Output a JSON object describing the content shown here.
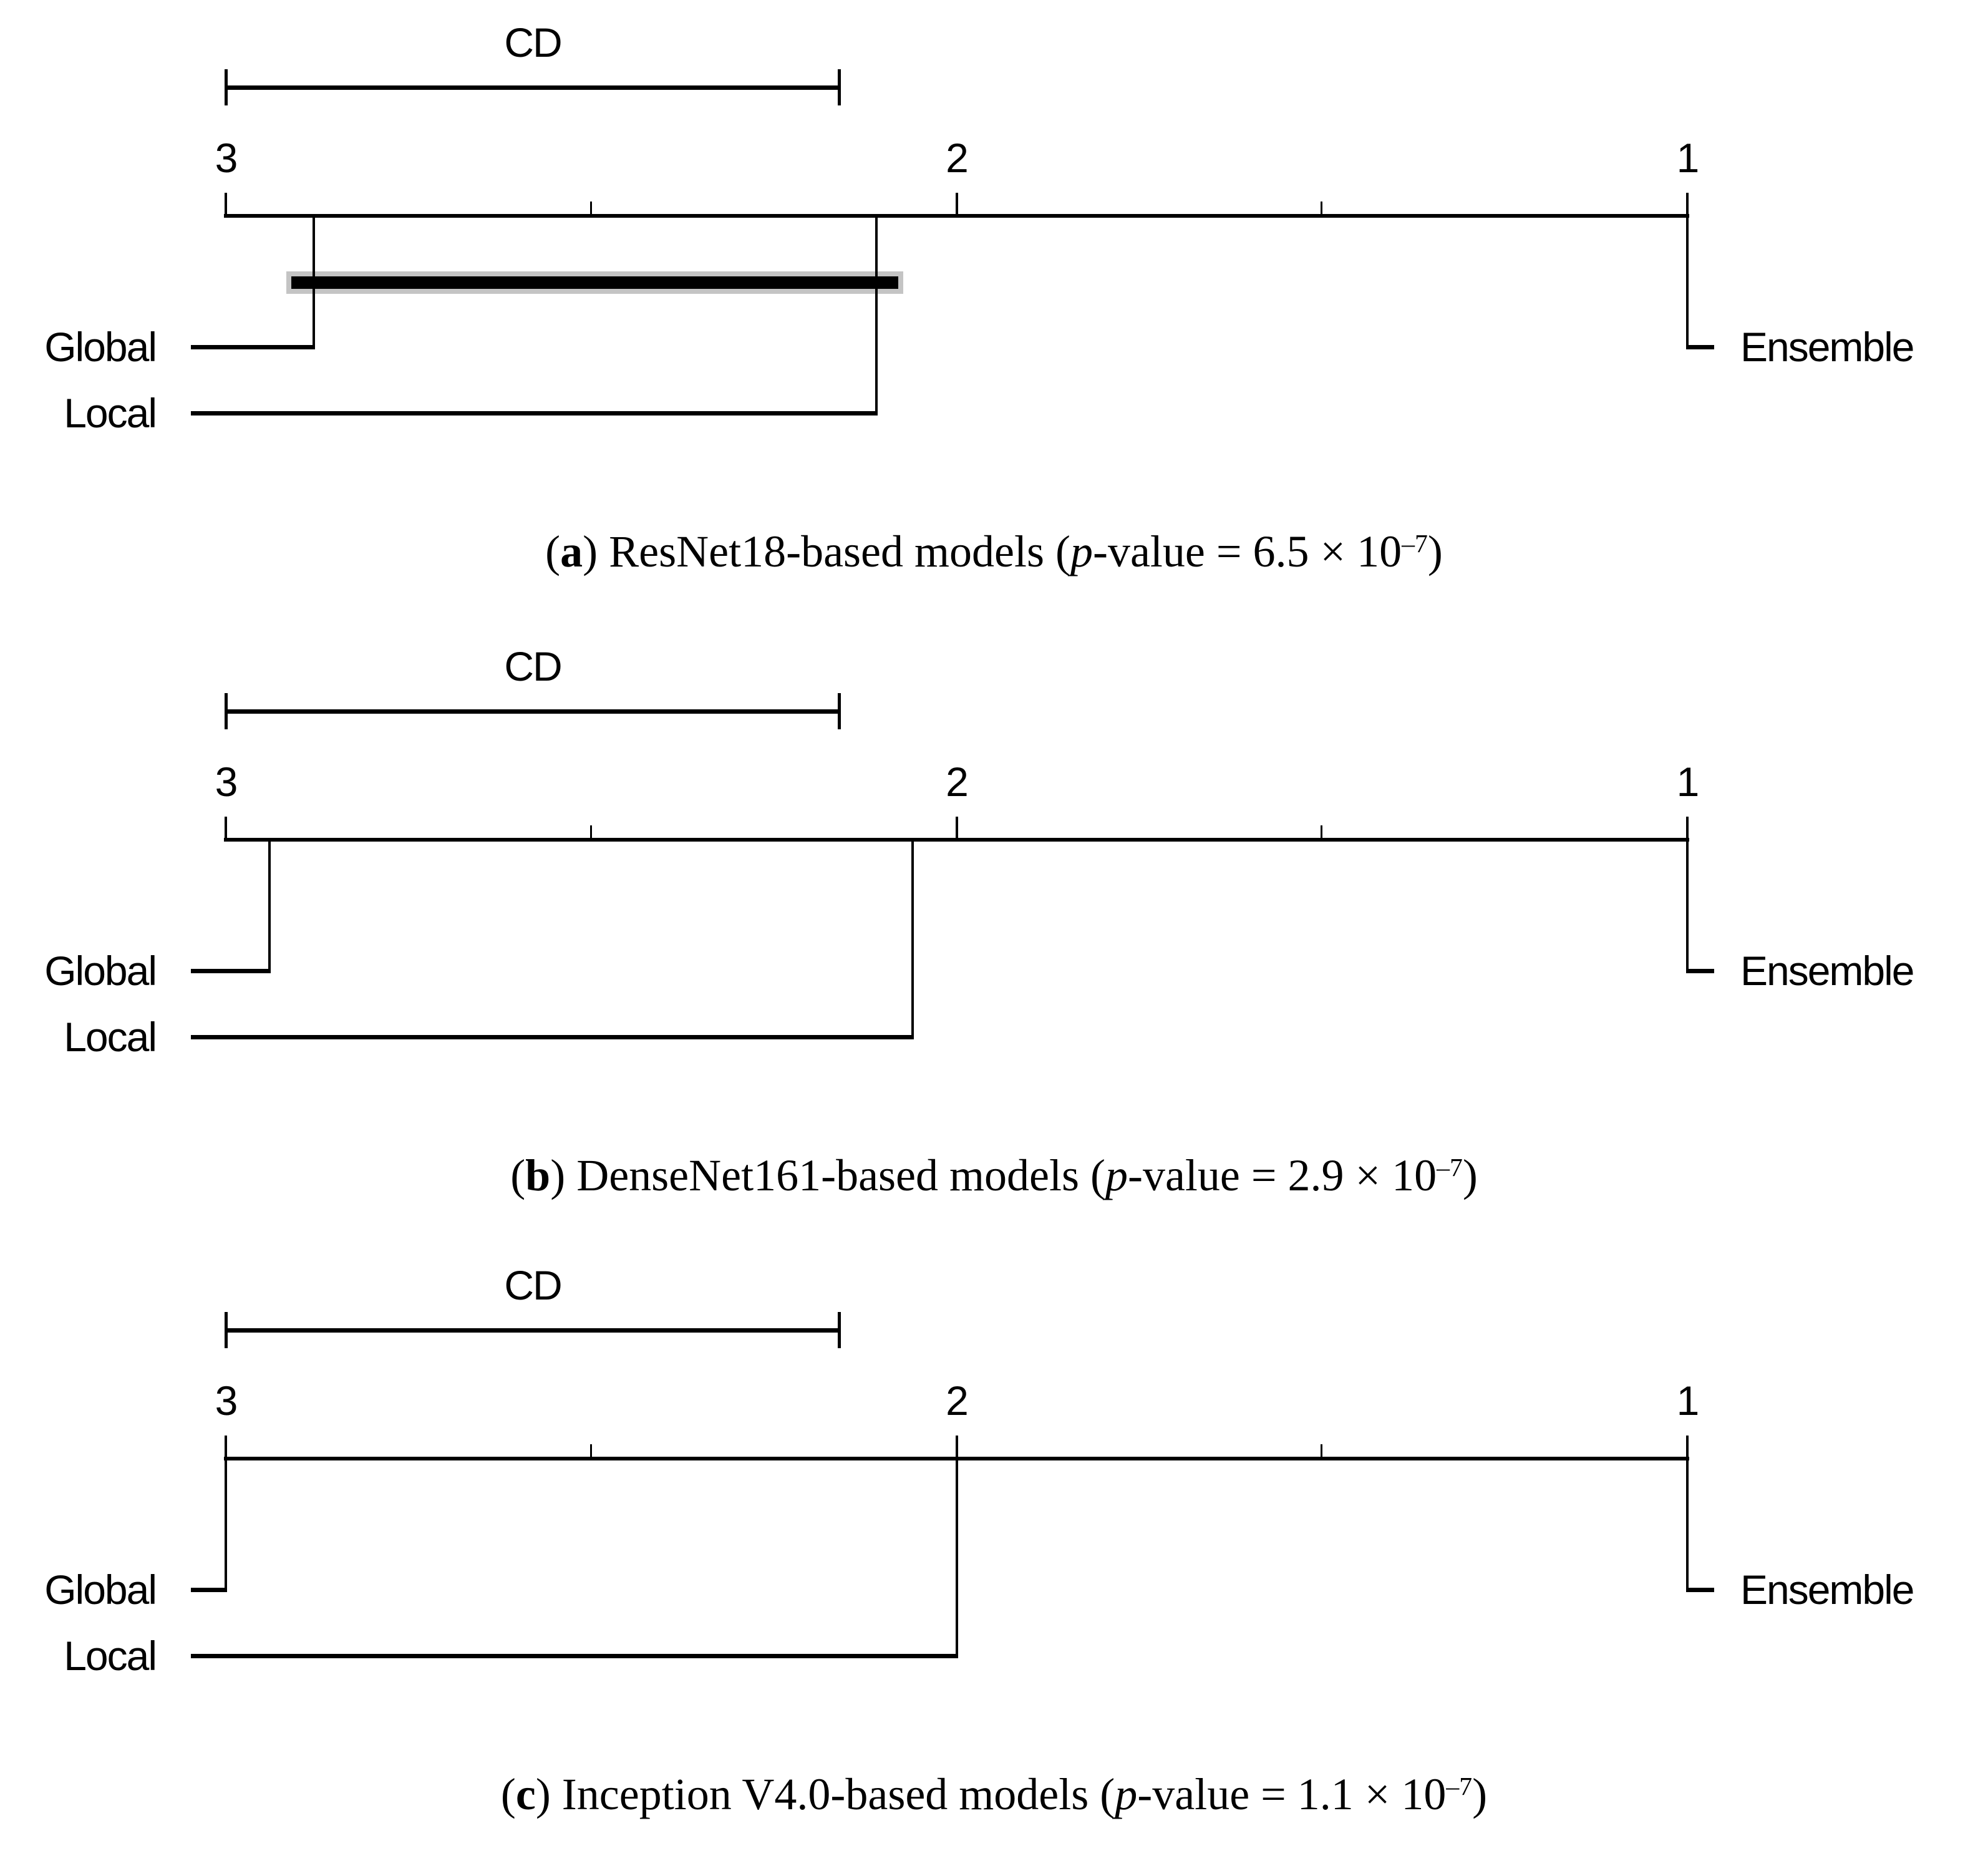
{
  "figure": {
    "background_color": "#ffffff",
    "line_color": "#000000",
    "cluster_bar_color": "#000000",
    "cluster_bar_halo_color": "#c4c4c4"
  },
  "chart_data": [
    {
      "type": "cd_diagram",
      "title": "(a) ResNet18-based models (p-value = 6.5 × 10–7)",
      "cd_label": "CD",
      "cd_value": 0.84,
      "axis_range": [
        3,
        1
      ],
      "axis_major_ticks": [
        3,
        2,
        1
      ],
      "axis_tick_labels": [
        "3",
        "2",
        "1"
      ],
      "axis_minor_ticks": [
        2.5,
        1.5
      ],
      "left_models": [
        {
          "label": "Global",
          "rank": 2.88
        },
        {
          "label": "Local",
          "rank": 2.11
        }
      ],
      "right_models": [
        {
          "label": "Ensemble",
          "rank": 1.0
        }
      ],
      "cluster_bars": [
        {
          "connects": [
            "Global",
            "Local"
          ],
          "from_rank": 2.91,
          "to_rank": 2.08
        }
      ],
      "caption": {
        "paren_open": "(",
        "letter": "a",
        "paren_close": ") ",
        "model_text": "ResNet18-based models ",
        "exp_open": "(",
        "p_symbol": "p",
        "value_eq": "-value = ",
        "mantissa": "6.5",
        "times_ten": " × 10",
        "exponent": "–7",
        "exp_close": ")"
      }
    },
    {
      "type": "cd_diagram",
      "title": "(b) DenseNet161-based models (p-value = 2.9 × 10–7)",
      "cd_label": "CD",
      "cd_value": 0.84,
      "axis_range": [
        3,
        1
      ],
      "axis_major_ticks": [
        3,
        2,
        1
      ],
      "axis_tick_labels": [
        "3",
        "2",
        "1"
      ],
      "axis_minor_ticks": [
        2.5,
        1.5
      ],
      "left_models": [
        {
          "label": "Global",
          "rank": 2.94
        },
        {
          "label": "Local",
          "rank": 2.06
        }
      ],
      "right_models": [
        {
          "label": "Ensemble",
          "rank": 1.0
        }
      ],
      "cluster_bars": [],
      "caption": {
        "paren_open": "(",
        "letter": "b",
        "paren_close": ") ",
        "model_text": "DenseNet161-based models ",
        "exp_open": "(",
        "p_symbol": "p",
        "value_eq": "-value = ",
        "mantissa": "2.9",
        "times_ten": " × 10",
        "exponent": "–7",
        "exp_close": ")"
      }
    },
    {
      "type": "cd_diagram",
      "title": "(c) Inception V4.0-based models (p-value = 1.1 × 10–7)",
      "cd_label": "CD",
      "cd_value": 0.84,
      "axis_range": [
        3,
        1
      ],
      "axis_major_ticks": [
        3,
        2,
        1
      ],
      "axis_tick_labels": [
        "3",
        "2",
        "1"
      ],
      "axis_minor_ticks": [
        2.5,
        1.5
      ],
      "left_models": [
        {
          "label": "Global",
          "rank": 3.0
        },
        {
          "label": "Local",
          "rank": 2.0
        }
      ],
      "right_models": [
        {
          "label": "Ensemble",
          "rank": 1.0
        }
      ],
      "cluster_bars": [],
      "caption": {
        "paren_open": "(",
        "letter": "c",
        "paren_close": ") ",
        "model_text": "Inception V4.0-based models ",
        "exp_open": "(",
        "p_symbol": "p",
        "value_eq": "-value = ",
        "mantissa": "1.1",
        "times_ten": " × 10",
        "exponent": "–7",
        "exp_close": ")"
      }
    }
  ]
}
